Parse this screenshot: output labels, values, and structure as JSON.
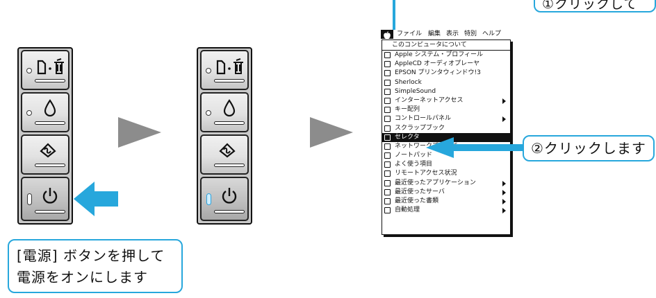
{
  "power_callout": {
    "line1": "[電源] ボタンを押して",
    "line2": "電源をオンにします"
  },
  "step1_callout": "①クリックして",
  "step2_callout": "②クリックします",
  "menubar": {
    "items": [
      "ファイル",
      "編集",
      "表示",
      "特別",
      "ヘルプ"
    ]
  },
  "apple_menu": {
    "about": "このコンピュータについて",
    "items": [
      {
        "label": "Apple システム・プロフィール",
        "submenu": false,
        "selected": false
      },
      {
        "label": "AppleCD オーディオプレーヤ",
        "submenu": false,
        "selected": false
      },
      {
        "label": "EPSON プリンタウィンドウ!3",
        "submenu": false,
        "selected": false
      },
      {
        "label": "Sherlock",
        "submenu": false,
        "selected": false
      },
      {
        "label": "SimpleSound",
        "submenu": false,
        "selected": false
      },
      {
        "label": "インターネットアクセス",
        "submenu": true,
        "selected": false
      },
      {
        "label": "キー配列",
        "submenu": false,
        "selected": false
      },
      {
        "label": "コントロールパネル",
        "submenu": true,
        "selected": false
      },
      {
        "label": "スクラップブック",
        "submenu": false,
        "selected": false
      },
      {
        "label": "セレクタ",
        "submenu": false,
        "selected": true
      },
      {
        "label": "ネットワークブラウザ",
        "submenu": false,
        "selected": false
      },
      {
        "label": "ノートパッド",
        "submenu": false,
        "selected": false
      },
      {
        "label": "よく使う項目",
        "submenu": false,
        "selected": false
      },
      {
        "label": "リモートアクセス状況",
        "submenu": false,
        "selected": false
      },
      {
        "label": "最近使ったアプリケーション",
        "submenu": true,
        "selected": false
      },
      {
        "label": "最近使ったサーバ",
        "submenu": true,
        "selected": false
      },
      {
        "label": "最近使った書類",
        "submenu": true,
        "selected": false
      },
      {
        "label": "自動処理",
        "submenu": true,
        "selected": false
      }
    ]
  },
  "colors": {
    "accent": "#27a7dc",
    "step_arrow": "#8c8c8c",
    "power_lamp": "#29a3df"
  },
  "icons": [
    "paper-trash-icon",
    "ink-drop-icon",
    "maintenance-icon",
    "power-icon",
    "apple-icon"
  ]
}
